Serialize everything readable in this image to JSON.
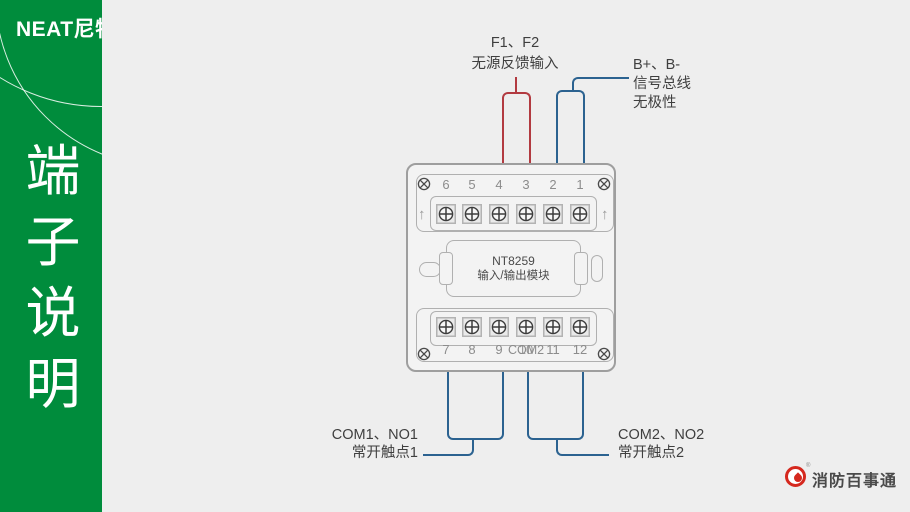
{
  "colors": {
    "sidebar_green": "#008C3C",
    "wire_red": "#B23A40",
    "wire_blue": "#2B6290",
    "brand_red": "#D5281E"
  },
  "sidebar": {
    "logo_latin": "NEAT",
    "logo_cn": "尼特",
    "reg_mark": "®",
    "vertical_title": "端子说明"
  },
  "diagram": {
    "module": {
      "model": "NT8259",
      "name": "输入/输出模块"
    },
    "terminals": {
      "top": [
        "6",
        "5",
        "4",
        "3",
        "2",
        "1"
      ],
      "bottom": [
        "7",
        "8",
        "9",
        "10",
        "11",
        "12"
      ],
      "bottom_overlap": "COM2"
    },
    "icons": {
      "up_arrow": "↑"
    },
    "labels": {
      "feedback_line1": "F1、F2",
      "feedback_line2": "无源反馈输入",
      "bus_line1": "B+、B-",
      "bus_line2": "信号总线",
      "bus_line3": "无极性",
      "contact1_line1": "COM1、NO1",
      "contact1_line2": "常开触点1",
      "contact2_line1": "COM2、NO2",
      "contact2_line2": "常开触点2"
    }
  },
  "footer": {
    "brand": "消防百事通",
    "reg_mark": "®"
  }
}
